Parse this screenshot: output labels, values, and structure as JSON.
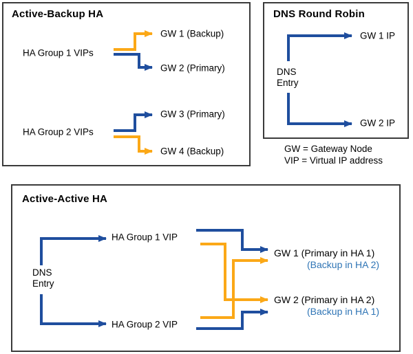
{
  "colors": {
    "primary_blue": "#1F4E9E",
    "backup_orange": "#FBA817",
    "backup_text_blue": "#2E74B5",
    "border_dark": "#3A3A3A",
    "text_black": "#000000"
  },
  "active_backup_box": {
    "title": "Active-Backup HA",
    "group1": {
      "source": "HA Group 1 VIPs",
      "backup_target": "GW 1 (Backup)",
      "primary_target": "GW 2 (Primary)"
    },
    "group2": {
      "source": "HA Group 2 VIPs",
      "primary_target": "GW 3 (Primary)",
      "backup_target": "GW 4 (Backup)"
    }
  },
  "dns_round_robin_box": {
    "title": "DNS Round Robin",
    "source_line1": "DNS",
    "source_line2": "Entry",
    "target1": "GW 1 IP",
    "target2": "GW 2 IP"
  },
  "legend": {
    "line1": "GW = Gateway Node",
    "line2": "VIP = Virtual IP address"
  },
  "active_active_box": {
    "title": "Active-Active HA",
    "source_line1": "DNS",
    "source_line2": "Entry",
    "vip1": "HA Group 1 VIP",
    "vip2": "HA Group 2 VIP",
    "gw1_primary": "GW 1 (Primary in HA 1)",
    "gw1_backup": "(Backup in HA 2)",
    "gw2_primary": "GW 2 (Primary in HA 2)",
    "gw2_backup": "(Backup in HA 1)"
  }
}
